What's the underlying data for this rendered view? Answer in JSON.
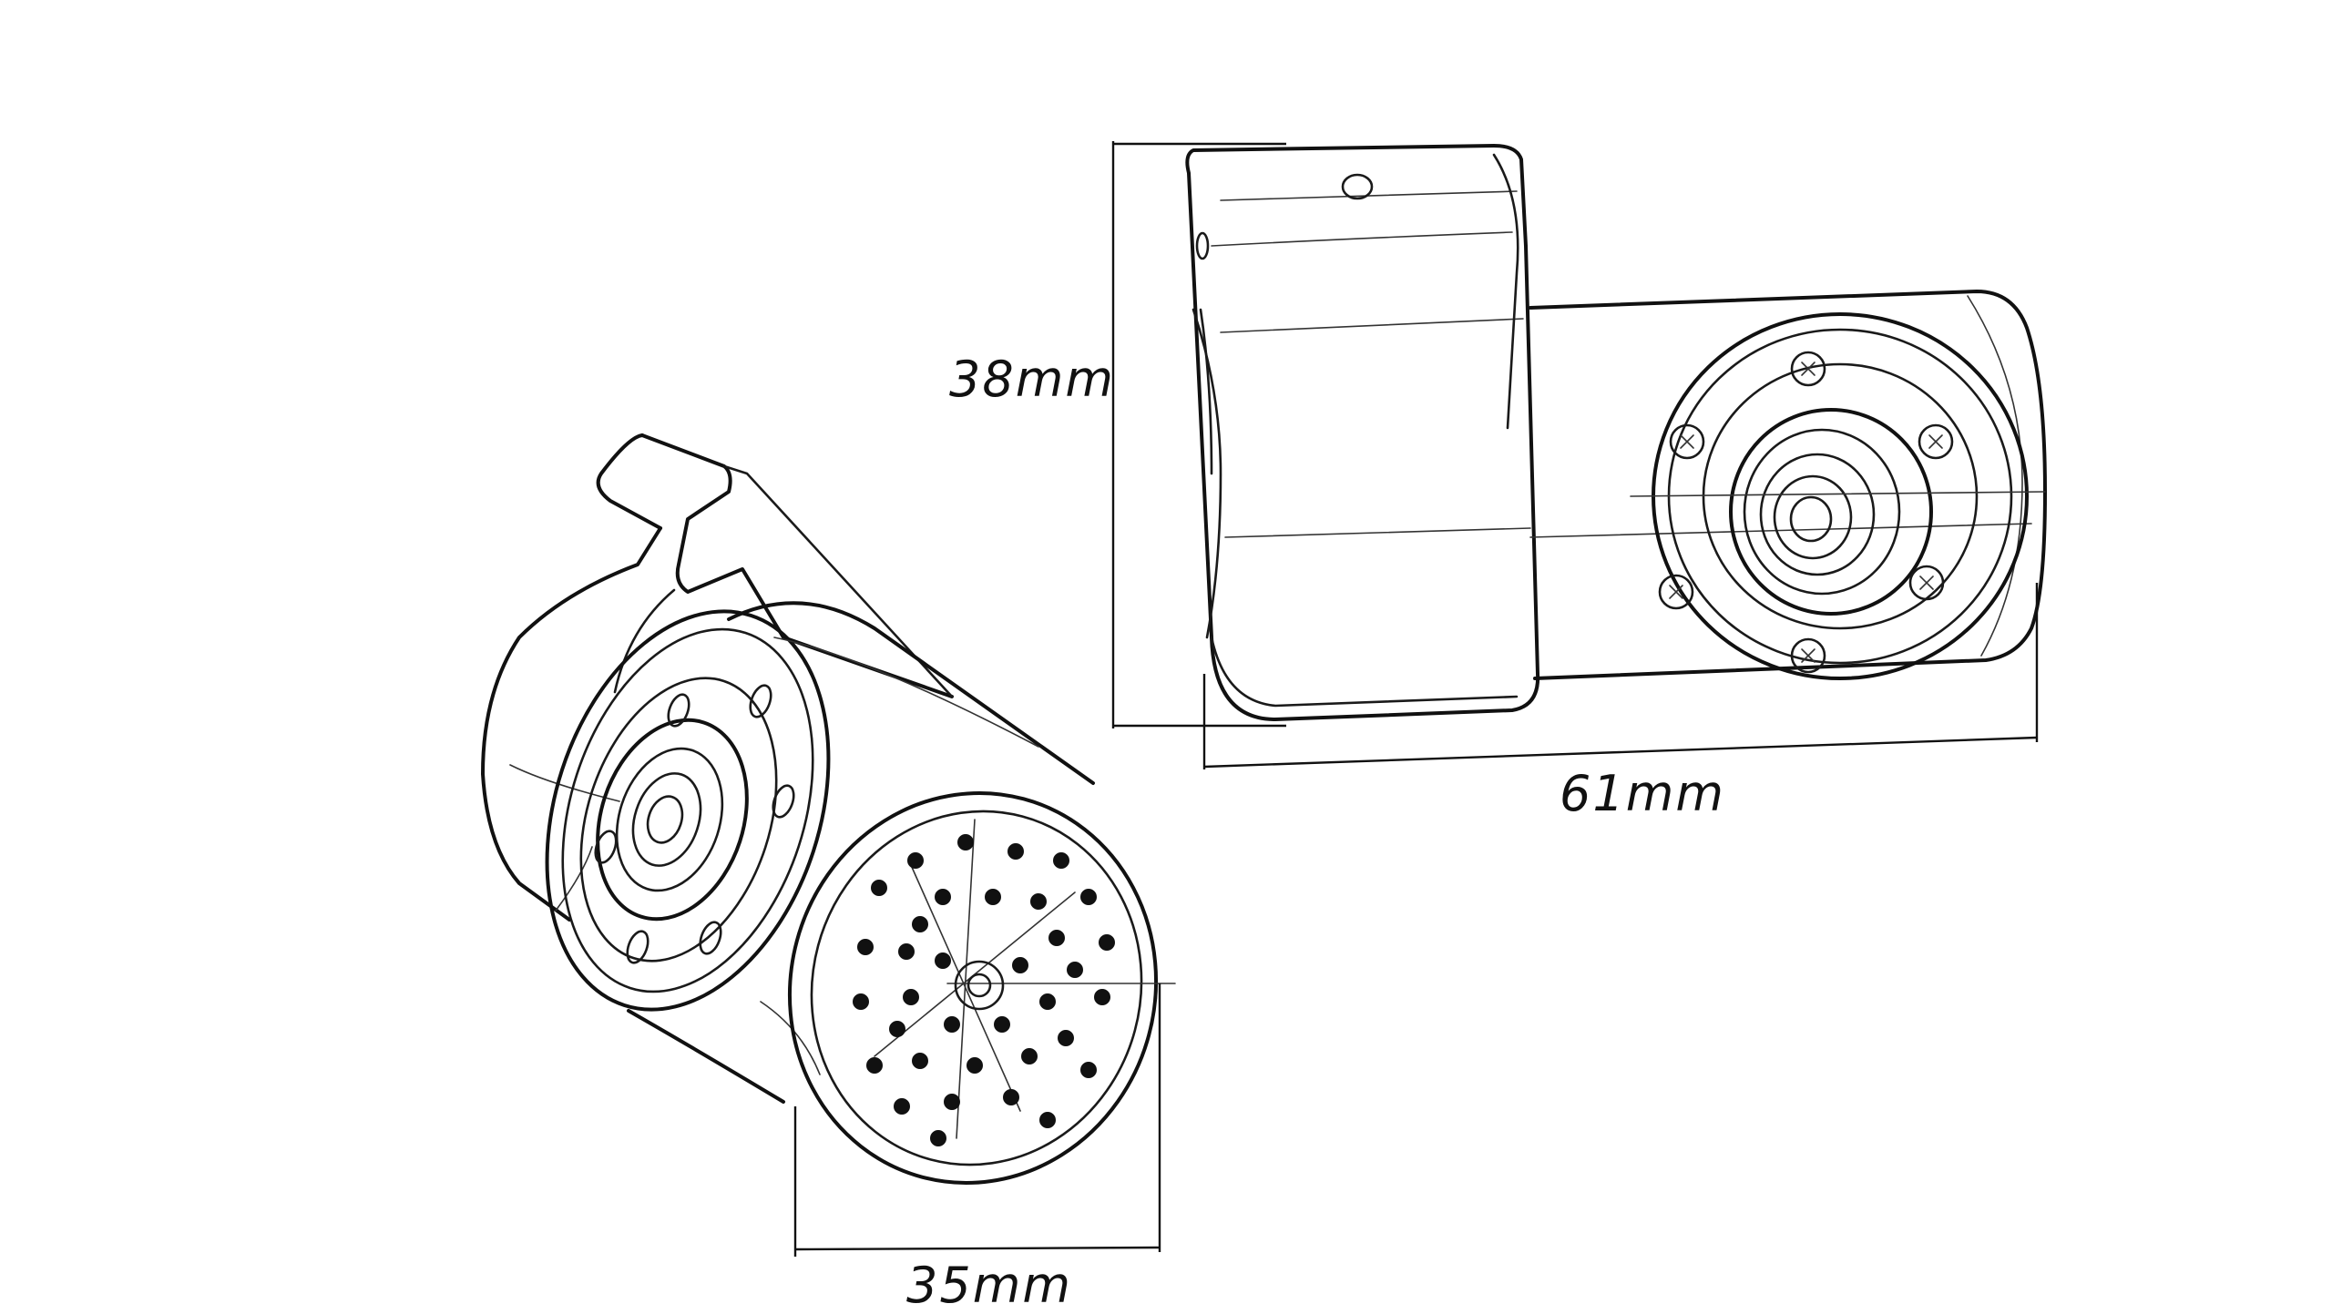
{
  "dimensions": {
    "height": "38mm",
    "length": "61mm",
    "diameter": "35mm"
  },
  "colors": {
    "ink": "#111111",
    "paper": "#ffffff"
  }
}
